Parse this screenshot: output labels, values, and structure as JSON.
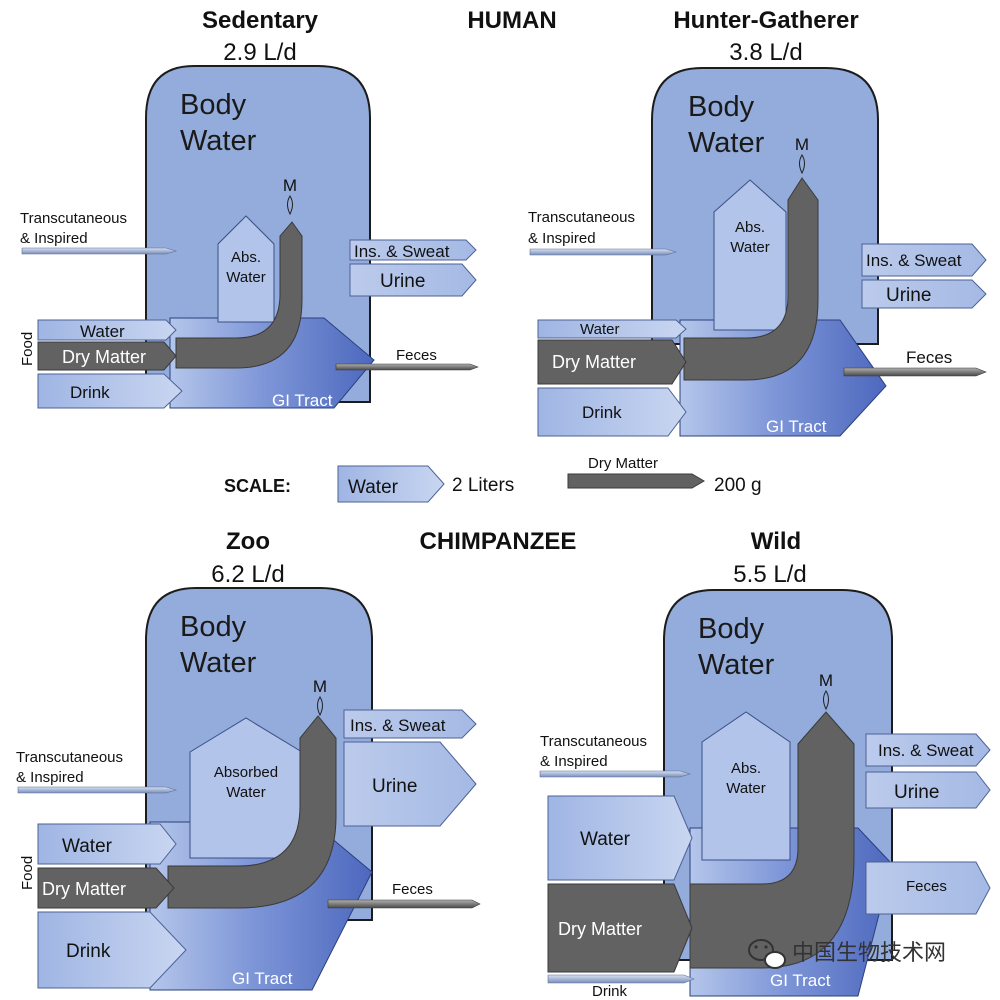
{
  "headers": {
    "human": "HUMAN",
    "chimpanzee": "CHIMPANZEE"
  },
  "panels": {
    "sedentary": {
      "title": "Sedentary",
      "rate": "2.9 L/d"
    },
    "hunter": {
      "title": "Hunter-Gatherer",
      "rate": "3.8 L/d"
    },
    "zoo": {
      "title": "Zoo",
      "rate": "6.2 L/d"
    },
    "wild": {
      "title": "Wild",
      "rate": "5.5 L/d"
    }
  },
  "labels": {
    "body": "Body",
    "water": "Water",
    "m": "M",
    "abs": "Abs.",
    "absorbed": "Absorbed",
    "transcutaneous": "Transcutaneous",
    "inspired": "& Inspired",
    "ins_sweat": "Ins. & Sweat",
    "urine": "Urine",
    "food": "Food",
    "food_water": "Water",
    "dry_matter": "Dry Matter",
    "drink": "Drink",
    "feces": "Feces",
    "gi_tract": "GI Tract"
  },
  "scale": {
    "title": "SCALE:",
    "water_label": "Water",
    "water_amount": "2 Liters",
    "dry_label": "Dry Matter",
    "dry_amount": "200 g"
  },
  "watermark": "中国生物技术网",
  "colors": {
    "body_fill": "#93acdb",
    "body_stroke": "#1c1c1c",
    "arrow_fill": "#a8bde6",
    "arrow_light": "#cdd9f2",
    "gi_dark": "#4b66bd",
    "gi_mid": "#6f88d2",
    "dry_matter": "#626262",
    "dry_matter_stroke": "#3a3a3a"
  }
}
